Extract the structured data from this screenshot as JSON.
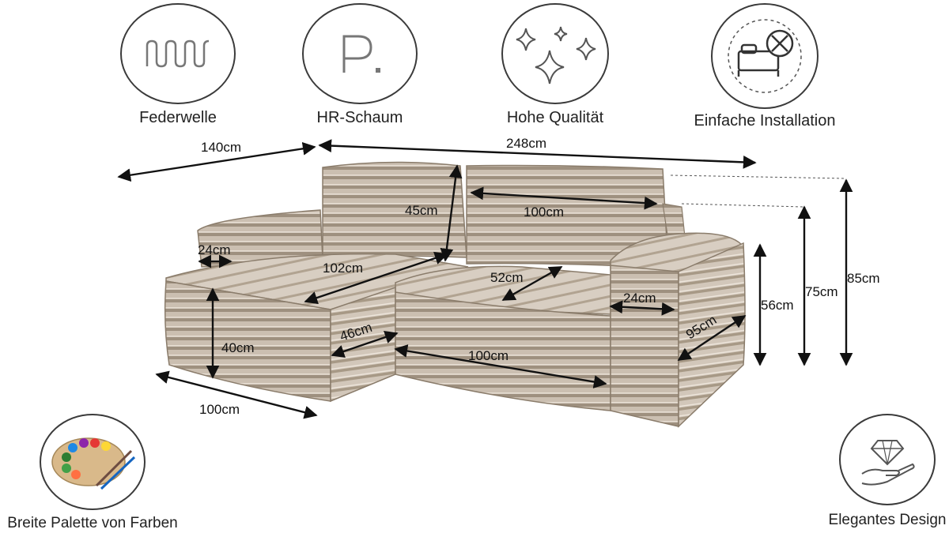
{
  "features": {
    "federwelle": {
      "label": "Federwelle",
      "icon": "spring-wave-icon"
    },
    "hr_schaum": {
      "label": "HR-Schaum",
      "icon": "foam-p-icon"
    },
    "qualitaet": {
      "label": "Hohe Qualität",
      "icon": "sparkles-icon"
    },
    "installation": {
      "label": "Einfache Installation",
      "icon": "bed-tools-icon"
    },
    "palette": {
      "label": "Breite Palette von Farben",
      "icon": "color-palette-icon"
    },
    "design": {
      "label": "Elegantes Design",
      "icon": "diamond-hand-icon"
    }
  },
  "dimensions": {
    "total_width": "248cm",
    "chaise_length": "140cm",
    "total_height": "85cm",
    "back_height": "75cm",
    "arm_height": "56cm",
    "seat_height": "40cm",
    "backrest_height": "45cm",
    "backrest_width": "100cm",
    "chaise_front_width": "100cm",
    "chaise_seat_depth": "102cm",
    "seat_depth": "52cm",
    "arm_width_left": "24cm",
    "arm_width_right": "24cm",
    "chaise_side_depth": "46cm",
    "front_width": "100cm",
    "side_depth": "95cm"
  },
  "colors": {
    "fabric": "#c9bcad",
    "fabric_dark": "#a89a89",
    "stripe": "#8e806f",
    "line": "#111111"
  }
}
